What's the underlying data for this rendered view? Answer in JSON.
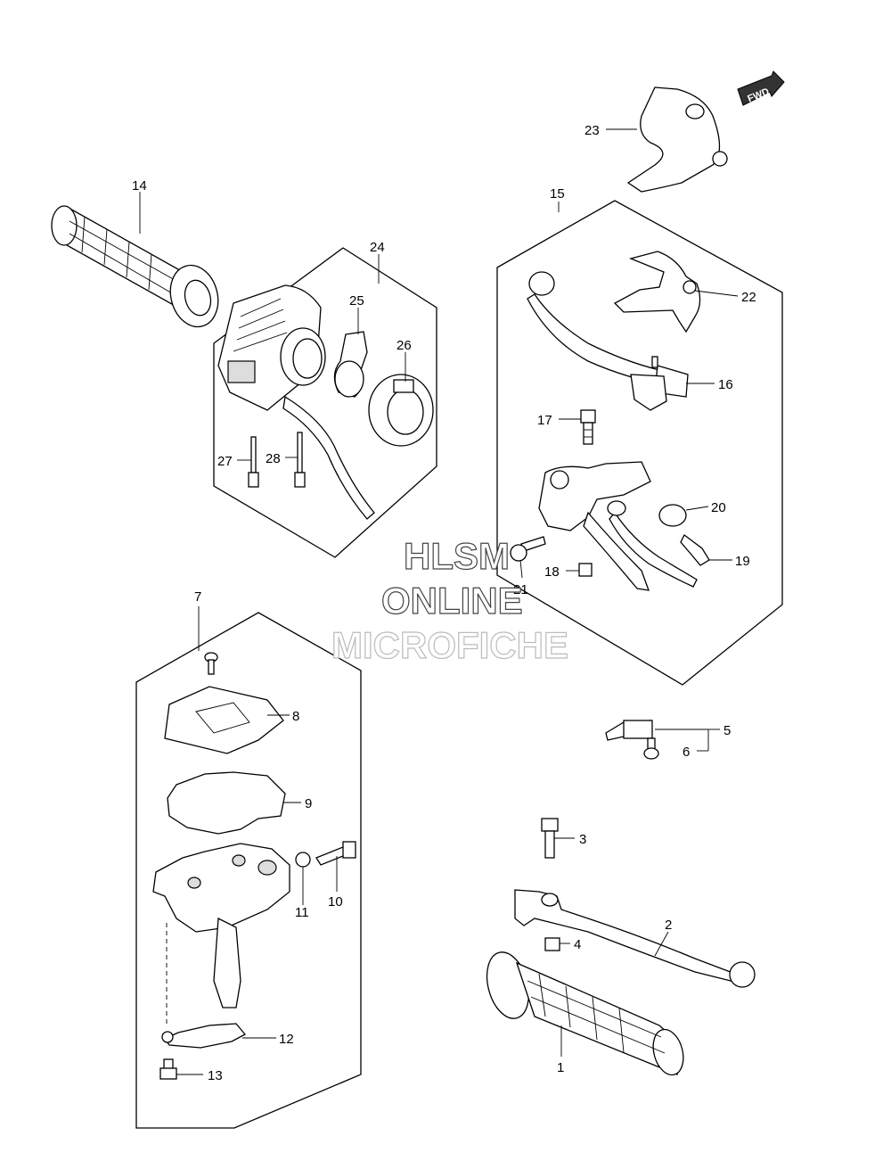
{
  "watermark": {
    "line1": "HLSM",
    "line2": "ONLINE",
    "line3": "MICROFICHE"
  },
  "fwd_badge": "FWD",
  "callouts": {
    "c1": "1",
    "c2": "2",
    "c3": "3",
    "c4": "4",
    "c5": "5",
    "c6": "6",
    "c7": "7",
    "c8": "8",
    "c9": "9",
    "c10": "10",
    "c11": "11",
    "c12": "12",
    "c13": "13",
    "c14": "14",
    "c15": "15",
    "c16": "16",
    "c17": "17",
    "c18": "18",
    "c19": "19",
    "c20": "20",
    "c21": "21",
    "c22": "22",
    "c23": "23",
    "c24": "24",
    "c25": "25",
    "c26": "26",
    "c27": "27",
    "c28": "28"
  }
}
